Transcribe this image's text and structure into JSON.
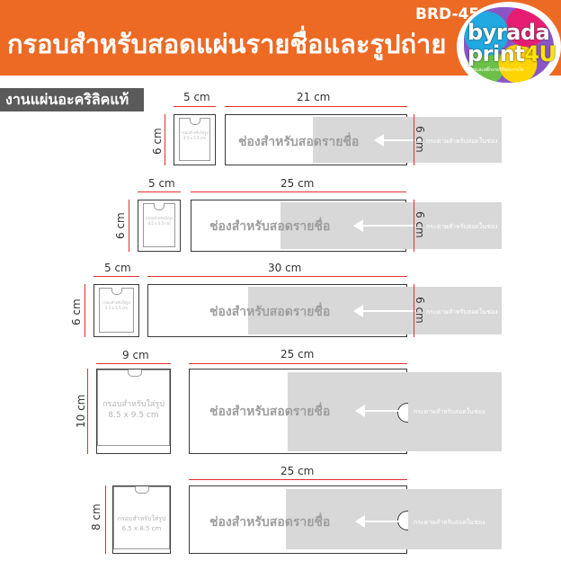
{
  "header": {
    "title": "กรอบสำหรับสอดแผ่นรายชื่อและรูปถ่าย",
    "code": "BRD-45",
    "logo_line1": "byrada",
    "logo_line2_a": "print",
    "logo_line2_b": "4U",
    "logo_tagline": "ป้ายและสติ๊กเกอร์ที่คุณวางใจ",
    "colors": {
      "band": "#ec6a24",
      "sublabel_bg": "#5a5a5a",
      "dimension_line": "#e03030",
      "slot_gray": "#d8d8d8"
    }
  },
  "sublabel": "งานแผ่นอะคริลิคแท้",
  "rows": [
    {
      "photo_w": "5 cm",
      "photo_h": "6 cm",
      "photo_label": "กรอบสำหรับใส่รูป",
      "photo_size": "4.5 x 5.5 cm",
      "bar_w": "21 cm",
      "bar_h": "6 cm",
      "slot_text": "ช่องสำหรับสอดรายชื่อ",
      "strip_text": "กระดาษสำหรับสอดในช่อง"
    },
    {
      "photo_w": "5 cm",
      "photo_h": "6 cm",
      "photo_label": "กรอบสำหรับใส่รูป",
      "photo_size": "4.5 x 5.5 cm",
      "bar_w": "25 cm",
      "bar_h": "6 cm",
      "slot_text": "ช่องสำหรับสอดรายชื่อ",
      "strip_text": "กระดาษสำหรับสอดในช่อง"
    },
    {
      "photo_w": "5 cm",
      "photo_h": "6 cm",
      "photo_label": "กรอบสำหรับใส่รูป",
      "photo_size": "4.5 x 5.5 cm",
      "bar_w": "30 cm",
      "bar_h": "6 cm",
      "slot_text": "ช่องสำหรับสอดรายชื่อ",
      "strip_text": "กระดาษสำหรับสอดในช่อง"
    },
    {
      "photo_w": "9 cm",
      "photo_h": "10 cm",
      "photo_label": "กรอบสำหรับใส่รูป",
      "photo_size": "8.5 x 9.5 cm",
      "bar_w": "25 cm",
      "bar_h": "",
      "slot_text": "ช่องสำหรับสอดรายชื่อ",
      "strip_text": "กระดาษสำหรับสอดในช่อง"
    },
    {
      "photo_w": "",
      "photo_h": "8 cm",
      "photo_label": "กรอบสำหรับใส่รูป",
      "photo_size": "6.5 x 8.5 cm",
      "bar_w": "25 cm",
      "bar_h": "",
      "slot_text": "ช่องสำหรับสอดรายชื่อ",
      "strip_text": "กระดาษสำหรับสอดในช่อง"
    }
  ]
}
